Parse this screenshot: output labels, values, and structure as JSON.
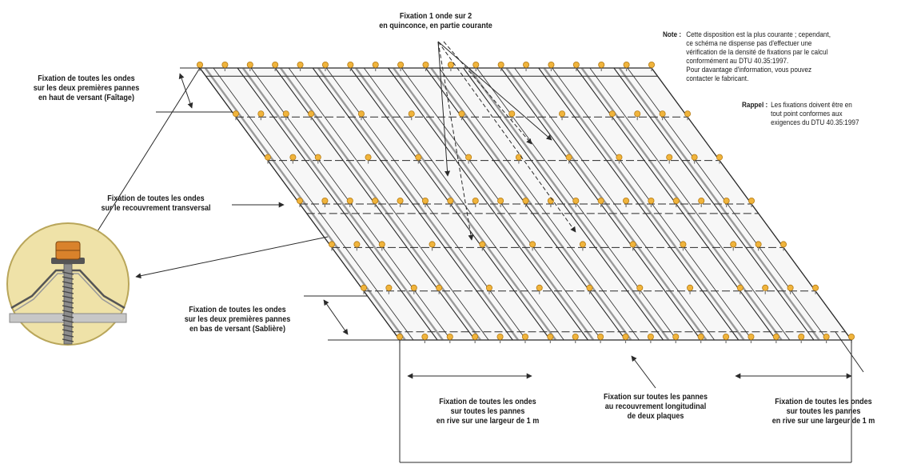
{
  "labels": {
    "top_center": [
      "Fixation 1 onde sur 2",
      "en quinconce, en partie courante"
    ],
    "left_top": [
      "Fixation de toutes les ondes",
      "sur les deux premières pannes",
      "en haut de versant (Faîtage)"
    ],
    "left_middle": [
      "Fixation de toutes les ondes",
      "sur le recouvrement transversal"
    ],
    "left_bottom": [
      "Fixation de toutes les ondes",
      "sur les deux premières pannes",
      "en bas de versant (Sablière)"
    ],
    "bottom_left": [
      "Fixation de toutes les ondes",
      "sur toutes les pannes",
      "en rive sur une largeur de 1 m"
    ],
    "bottom_center": [
      "Fixation sur toutes les pannes",
      "au recouvrement longitudinal",
      "de deux plaques"
    ],
    "bottom_right": [
      "Fixation de toutes les ondes",
      "sur toutes les pannes",
      "en rive sur une largeur de 1 m"
    ]
  },
  "note": {
    "key": "Note :",
    "lines": [
      "Cette disposition est la plus courante ; cependant,",
      "ce schéma ne dispense pas d'effectuer une",
      "vérification de la densité de fixations par le calcul",
      "conformément au DTU 40.35:1997.",
      "Pour davantage d'information, vous pouvez",
      "contacter le fabricant."
    ]
  },
  "rappel": {
    "key": "Rappel :",
    "lines": [
      "Les fixations doivent être en",
      "tout point conformes aux",
      "exigences du DTU 40.35:1997"
    ]
  },
  "colors": {
    "line": "#2a2a2a",
    "roof_sheet": "#f7f7f7",
    "rib_dark": "#9a9a9a",
    "fastener": "#f0b43c",
    "fastener_edge": "#b57a12",
    "detail_bg": "#efe2a8",
    "detail_edge": "#b9a65a",
    "screw": "#8c8c8c",
    "washer_cap": "#d9822b"
  },
  "icons": {
    "fastener": "fastener-icon",
    "detail": "screw-detail-icon"
  }
}
